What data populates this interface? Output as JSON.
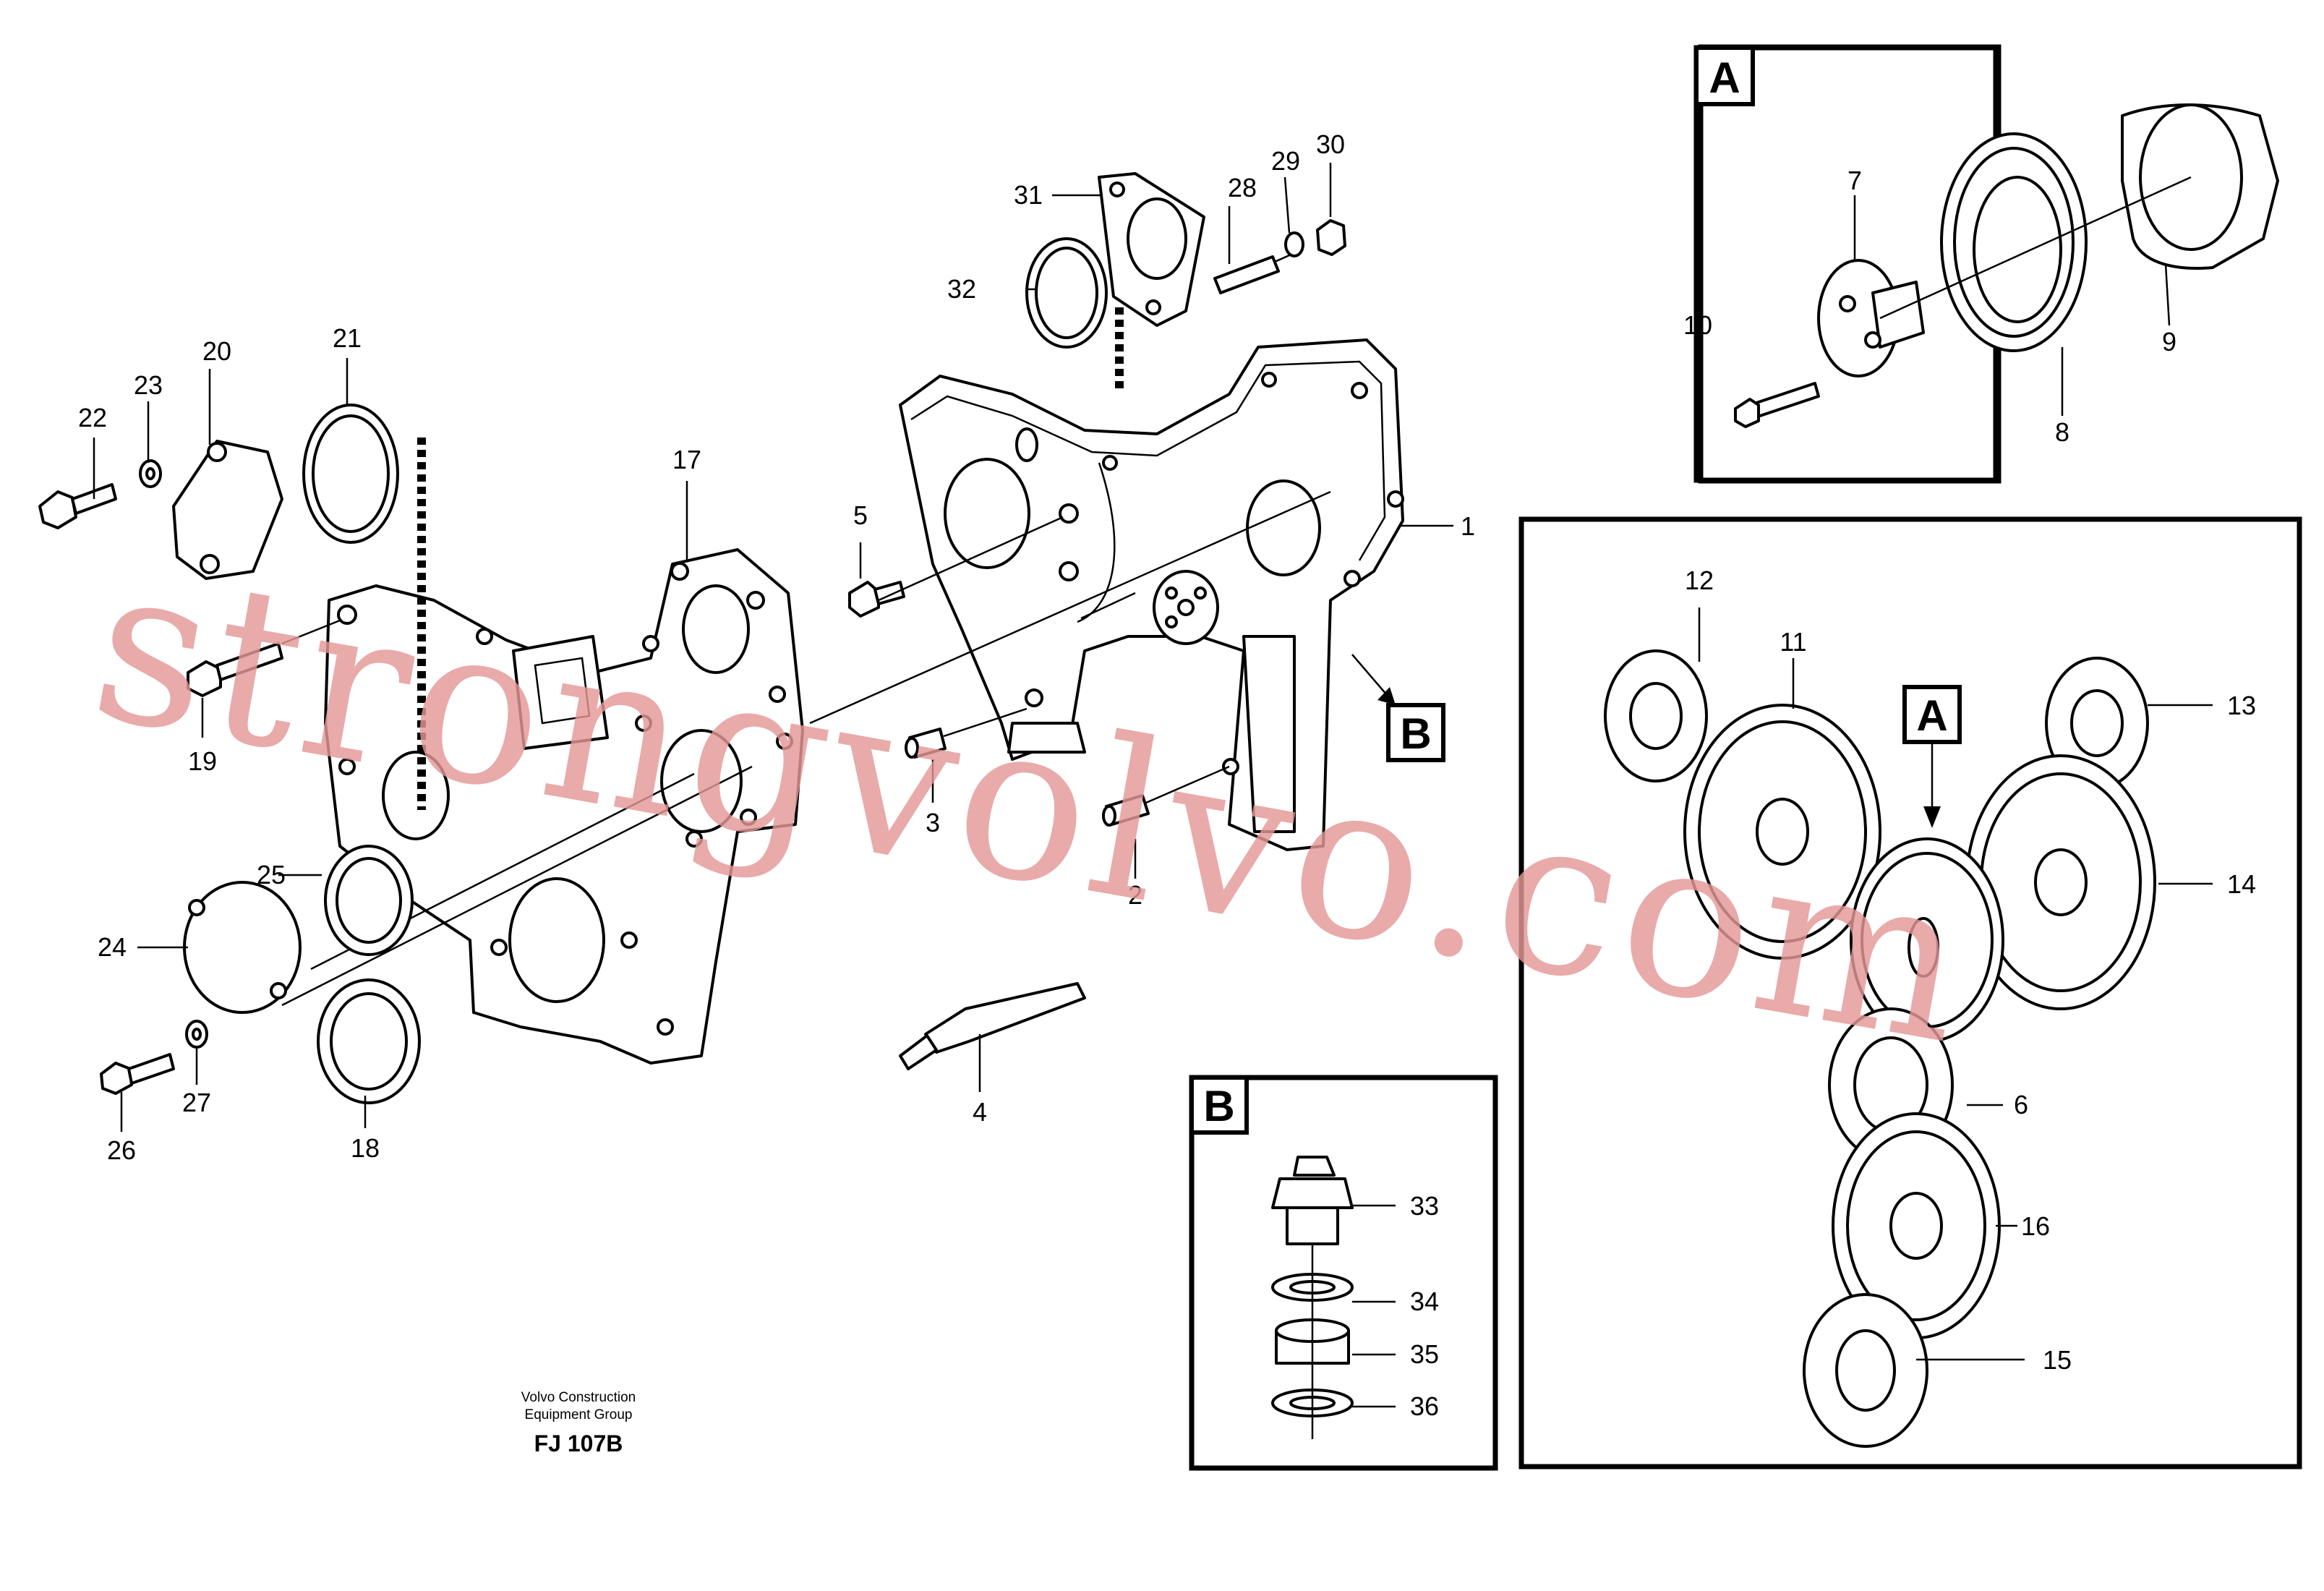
{
  "page": {
    "publisher_line_1": "Volvo Construction",
    "publisher_line_2": "Equipment Group",
    "figure_id": "FJ 107B"
  },
  "watermark": "strongvolvo.com",
  "insets": {
    "a": {
      "label": "A"
    },
    "b": {
      "label": "B"
    },
    "gear_train_marker": "A",
    "cover_marker": "B"
  },
  "callouts": {
    "c1": "1",
    "c2": "2",
    "c3": "3",
    "c4": "4",
    "c5": "5",
    "c6": "6",
    "c7": "7",
    "c8": "8",
    "c9": "9",
    "c10": "10",
    "c11": "11",
    "c12": "12",
    "c13": "13",
    "c14": "14",
    "c15": "15",
    "c16": "16",
    "c17": "17",
    "c18": "18",
    "c19": "19",
    "c20": "20",
    "c21": "21",
    "c22": "22",
    "c23": "23",
    "c24": "24",
    "c25": "25",
    "c26": "26",
    "c27": "27",
    "c28": "28",
    "c29": "29",
    "c30": "30",
    "c31": "31",
    "c32": "32",
    "c33": "33",
    "c34": "34",
    "c35": "35",
    "c36": "36"
  }
}
